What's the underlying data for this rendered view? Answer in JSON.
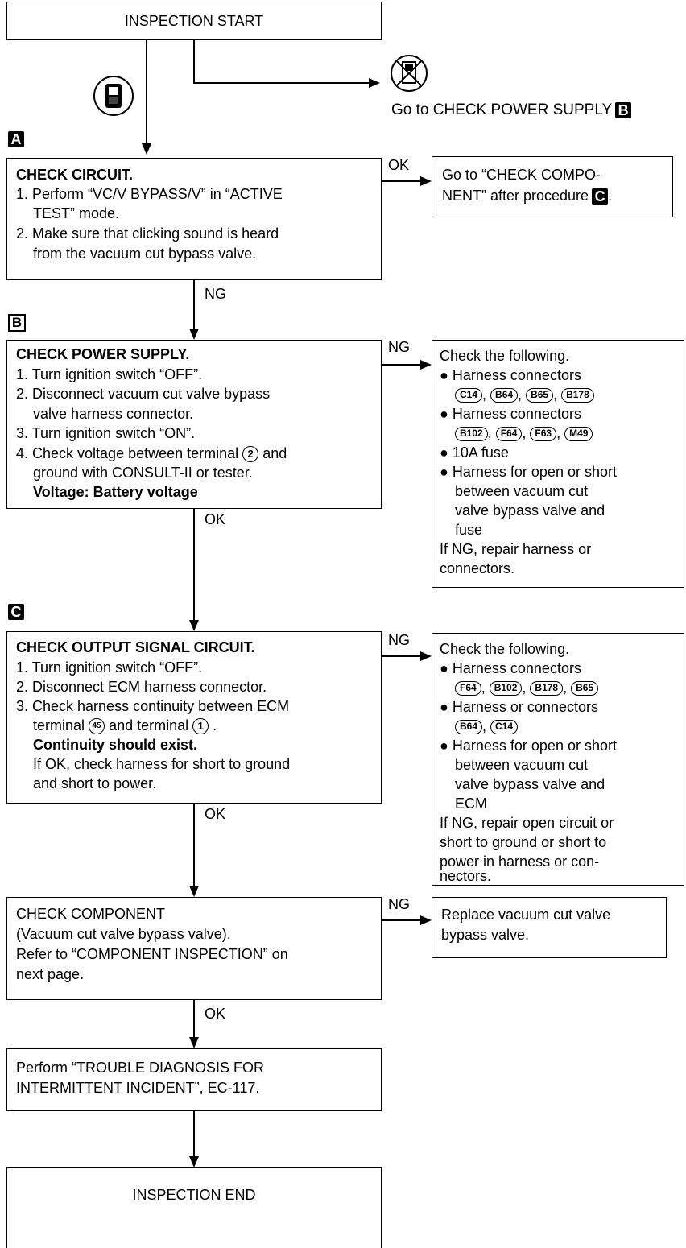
{
  "start": "INSPECTION START",
  "end": "INSPECTION END",
  "goto_power": "Go to CHECK POWER SUPPLY",
  "badges": {
    "a": "A",
    "b": "B",
    "c": "C"
  },
  "labels": {
    "ok": "OK",
    "ng": "NG"
  },
  "step_a": {
    "title": "CHECK CIRCUIT.",
    "lines": [
      "1. Perform “VC/V BYPASS/V” in “ACTIVE",
      "TEST” mode.",
      "2. Make sure that clicking sound is heard",
      "from the vacuum cut bypass valve."
    ],
    "ok_box": [
      "Go to “CHECK COMPO-",
      "NENT” after procedure"
    ]
  },
  "step_b": {
    "title": "CHECK POWER SUPPLY.",
    "lines": [
      "1. Turn ignition switch “OFF”.",
      "2. Disconnect vacuum cut valve bypass",
      "valve harness connector.",
      "3. Turn ignition switch “ON”.",
      "4. Check voltage between terminal",
      "and",
      "ground with CONSULT-II or tester."
    ],
    "terminal": "2",
    "spec": "Voltage: Battery voltage",
    "ng_box": {
      "l1": "Check the following.",
      "l2": "Harness connectors",
      "conn1": [
        "C14",
        "B64",
        "B65",
        "B178"
      ],
      "l3": "Harness connectors",
      "conn2": [
        "B102",
        "F64",
        "F63",
        "M49"
      ],
      "l4": "10A fuse",
      "l5": "Harness for open or short",
      "l6": "between vacuum cut",
      "l7": "valve bypass valve and",
      "l8": "fuse",
      "l9": "If NG, repair harness or",
      "l10": "connectors."
    }
  },
  "step_c": {
    "title": "CHECK OUTPUT SIGNAL CIRCUIT.",
    "lines": [
      "1. Turn ignition switch “OFF”.",
      "2. Disconnect ECM harness connector.",
      "3. Check harness continuity between ECM"
    ],
    "l4a": "terminal",
    "t1": "45",
    "l4b": "and terminal",
    "t2": "1",
    "spec": "Continuity should exist.",
    "l5": "If OK, check harness for short to ground",
    "l6": "and short to power.",
    "ng_box": {
      "l1": "Check the following.",
      "l2": "Harness connectors",
      "conn1": [
        "F64",
        "B102",
        "B178",
        "B65"
      ],
      "l3": "Harness or connectors",
      "conn2": [
        "B64",
        "C14"
      ],
      "l4": "Harness for open or short",
      "l5": "between vacuum cut",
      "l6": "valve bypass valve and",
      "l7": "ECM",
      "l8": "If NG, repair open circuit or",
      "l9": "short to ground or short to",
      "l10": "power in harness or con-",
      "l11": "nectors."
    }
  },
  "step_d": {
    "lines": [
      "CHECK COMPONENT",
      "(Vacuum cut valve bypass valve).",
      "Refer to “COMPONENT INSPECTION” on",
      "next page."
    ],
    "ng_box": [
      "Replace vacuum cut valve",
      "bypass valve."
    ]
  },
  "step_e": {
    "lines": [
      "Perform “TROUBLE DIAGNOSIS FOR",
      "INTERMITTENT INCIDENT”, EC-117."
    ]
  }
}
